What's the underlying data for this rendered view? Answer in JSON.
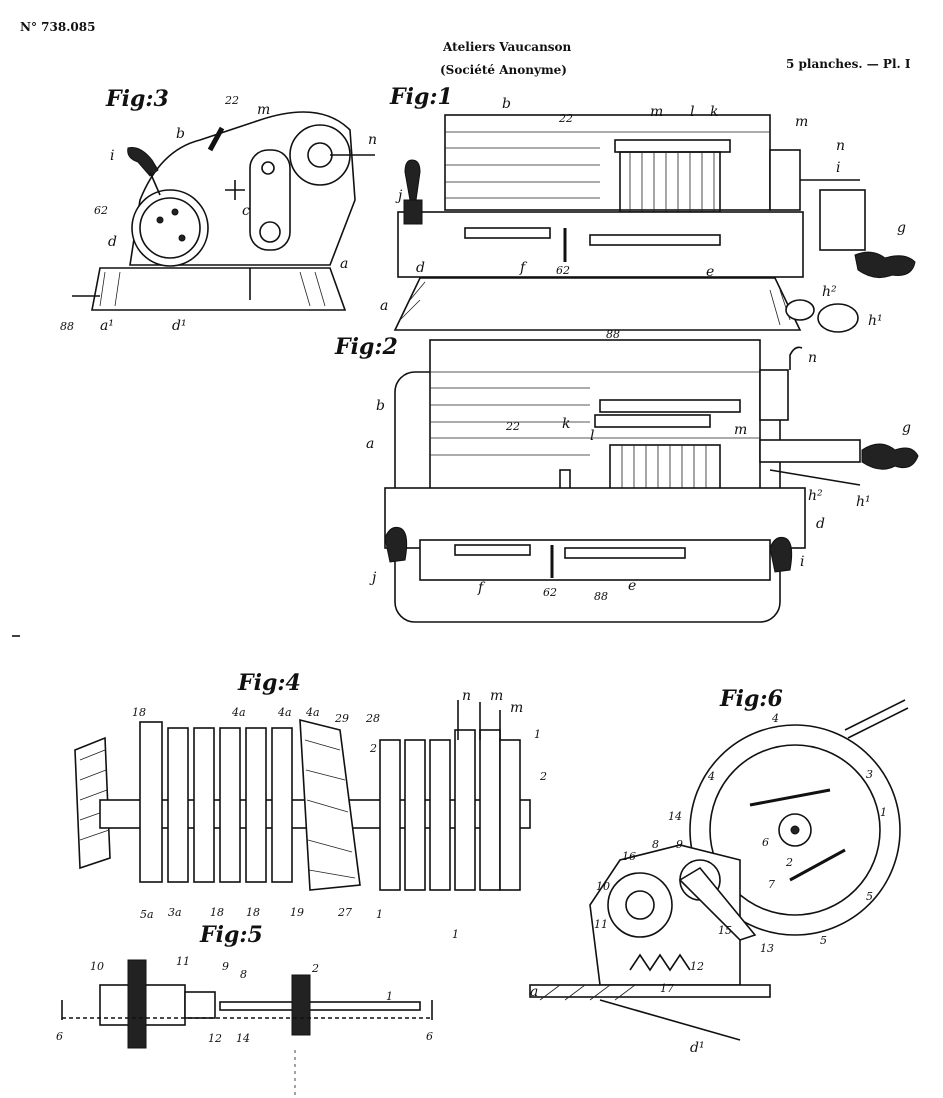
{
  "header": {
    "patent_no": "N° 738.085",
    "assignee_line1": "Ateliers Vaucanson",
    "assignee_line2": "(Société Anonyme)",
    "plates": "5 planches. — Pl. I"
  },
  "figures": {
    "fig1": {
      "title": "Fig:1",
      "labels": [
        "b",
        "22",
        "m",
        "l",
        "k",
        "m",
        "n",
        "i",
        "j",
        "g",
        "d",
        "f",
        "62",
        "e",
        "a",
        "h²",
        "h¹",
        "88"
      ]
    },
    "fig2": {
      "title": "Fig:2",
      "labels": [
        "n",
        "b",
        "a",
        "k",
        "l",
        "m",
        "22",
        "g",
        "h²",
        "h¹",
        "d",
        "j",
        "i",
        "f",
        "62",
        "e",
        "88"
      ]
    },
    "fig3": {
      "title": "Fig:3",
      "labels": [
        "22",
        "m",
        "b",
        "n",
        "i",
        "c",
        "62",
        "d",
        "a",
        "88",
        "a¹",
        "d¹"
      ]
    },
    "fig4": {
      "title": "Fig:4",
      "labels": [
        "18",
        "4a",
        "4a",
        "4a",
        "29",
        "28",
        "n",
        "m",
        "m",
        "1",
        "2",
        "2",
        "5a",
        "3a",
        "18",
        "18",
        "19",
        "27",
        "1",
        "1"
      ]
    },
    "fig5": {
      "title": "Fig:5",
      "labels": [
        "10",
        "11",
        "9",
        "8",
        "2",
        "1",
        "6",
        "12",
        "14",
        "6"
      ]
    },
    "fig6": {
      "title": "Fig:6",
      "labels": [
        "4",
        "4",
        "3",
        "1",
        "14",
        "16",
        "8",
        "9",
        "6",
        "2",
        "7",
        "10",
        "5",
        "5",
        "11",
        "15",
        "13",
        "12",
        "17",
        "a",
        "d¹"
      ]
    }
  }
}
